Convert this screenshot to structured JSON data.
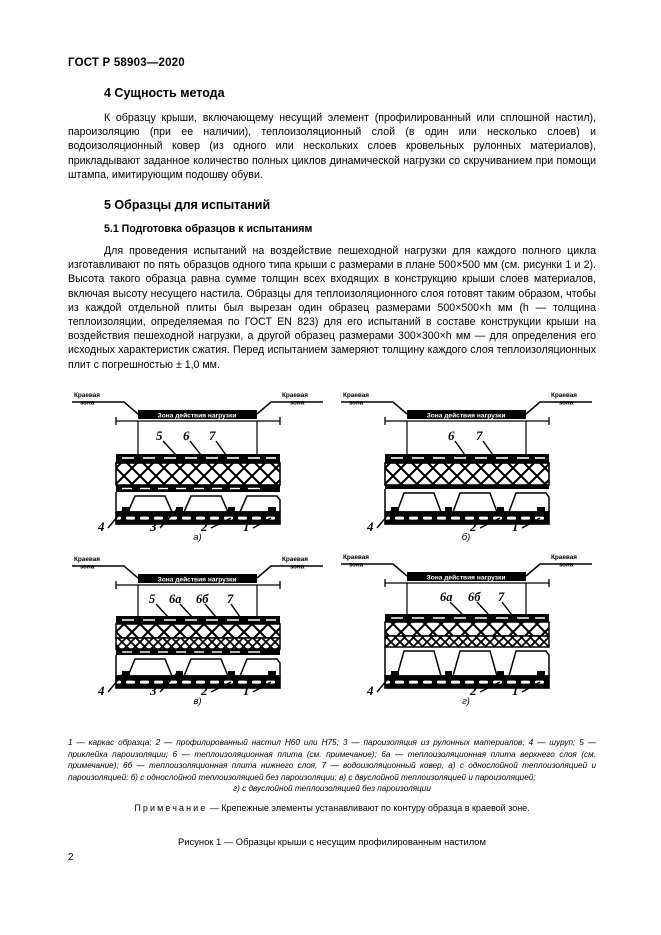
{
  "document": {
    "std_header": "ГОСТ Р 58903—2020",
    "page_number": "2"
  },
  "sections": [
    {
      "heading": "4 Сущность метода",
      "paragraphs": [
        "К образцу крыши, включающему несущий элемент (профилированный или сплошной настил), пароизоляцию (при ее наличии), теплоизоляционный слой (в один или несколько слоев) и водоизоляционный ковер (из одного или нескольких слоев кровельных рулонных материалов), прикладывают заданное количество полных циклов динамической нагрузки со скручиванием при помощи штампа, имитирующим подошву обуви."
      ]
    },
    {
      "heading": "5 Образцы для испытаний",
      "subheading": "5.1 Подготовка образцов к испытаниям",
      "paragraphs": [
        "Для проведения испытаний на воздействие пешеходной нагрузки для каждого полного цикла изготавливают по пять образцов одного типа крыши с размерами в плане 500×500 мм (см. рисунки 1 и 2). Высота такого образца равна сумме толщин всех входящих в конструкцию крыши слоев материалов, включая высоту несущего настила. Образцы для теплоизоляционного слоя готовят таким образом, чтобы из каждой отдельной плиты был вырезан один образец размерами 500×500×h мм (h — толщина теплоизоляции, определяемая по ГОСТ EN 823) для его испытаний в составе конструкции крыши на воздействия пешеходной нагрузки, а другой образец размерами 300×300×h мм — для определения его исходных характеристик сжатия. Перед испытанием замеряют толщину каждого слоя теплоизоляционных плит с погрешностью ± 1,0 мм."
      ]
    }
  ],
  "figure": {
    "edge_zone_label": "Краевая\nзона",
    "load_zone_label": "Зона действия нагрузки",
    "panels": [
      {
        "id": "a",
        "label": "а)",
        "callouts_top": [
          "5",
          "6",
          "7"
        ],
        "callouts_bottom": [
          "4",
          "3",
          "2",
          "1"
        ],
        "layers": [
          "waterproofing",
          "insulation-single",
          "vapour-barrier",
          "profiled-deck",
          "frame"
        ]
      },
      {
        "id": "b",
        "label": "б)",
        "callouts_top": [
          "6",
          "7"
        ],
        "callouts_bottom": [
          "4",
          "2",
          "1"
        ],
        "layers": [
          "waterproofing",
          "insulation-single",
          "profiled-deck",
          "frame"
        ]
      },
      {
        "id": "v",
        "label": "в)",
        "callouts_top": [
          "5",
          "6а",
          "6б",
          "7"
        ],
        "callouts_bottom": [
          "4",
          "3",
          "2",
          "1"
        ],
        "layers": [
          "waterproofing",
          "insulation-upper",
          "insulation-lower",
          "vapour-barrier",
          "profiled-deck",
          "frame"
        ]
      },
      {
        "id": "g",
        "label": "г)",
        "callouts_top": [
          "6а",
          "6б",
          "7"
        ],
        "callouts_bottom": [
          "4",
          "2",
          "1"
        ],
        "layers": [
          "waterproofing",
          "insulation-upper",
          "insulation-lower",
          "profiled-deck",
          "frame"
        ]
      }
    ],
    "legend_lines": [
      "1 — каркас образца; 2 — профилированный настил Н60 или Н75; 3 — пароизоляция из рулонных материалов; 4 — шуруп; 5 — приклейка пароизоляции; 6 — теплоизоляционная плита (см. примечание); 6а — теплоизоляционная плита верхнего слоя (см. примечание); 6б — теплоизоляционная плита нижнего слоя, 7 — водоизоляционный ковер, а) с однослойной теплоизоляцией и пароизоляцией; б) с однослойной теплоизоляцией без пароизоляции; в) с двуслойной теплоизоляцией и пароизоляцией;",
      "г) с двуслойной теплоизоляцией без пароизоляции"
    ],
    "note_label": "Примечание",
    "note_text": "— Крепежные элементы устанавливают по контуру образца в краевой зоне.",
    "caption": "Рисунок 1 — Образцы крыши с несущим профилированным настилом"
  }
}
